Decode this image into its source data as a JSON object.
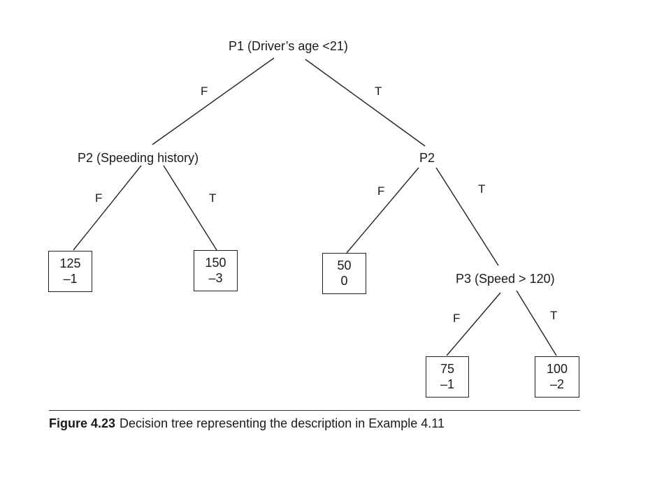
{
  "diagram": {
    "nodes": {
      "p1": "P1 (Driver’s age <21)",
      "p2_left": "P2 (Speeding history)",
      "p2_right": "P2",
      "p3": "P3 (Speed > 120)"
    },
    "edges": {
      "p1_f": "F",
      "p1_t": "T",
      "p2l_f": "F",
      "p2l_t": "T",
      "p2r_f": "F",
      "p2r_t": "T",
      "p3_f": "F",
      "p3_t": "T"
    },
    "leaves": {
      "leaf1": {
        "top": "125",
        "bottom": "–1"
      },
      "leaf2": {
        "top": "150",
        "bottom": "–3"
      },
      "leaf3": {
        "top": "50",
        "bottom": "0"
      },
      "leaf4": {
        "top": "75",
        "bottom": "–1"
      },
      "leaf5": {
        "top": "100",
        "bottom": "–2"
      }
    }
  },
  "caption": {
    "label": "Figure 4.23",
    "text": "Decision tree representing the description in Example 4.11"
  }
}
